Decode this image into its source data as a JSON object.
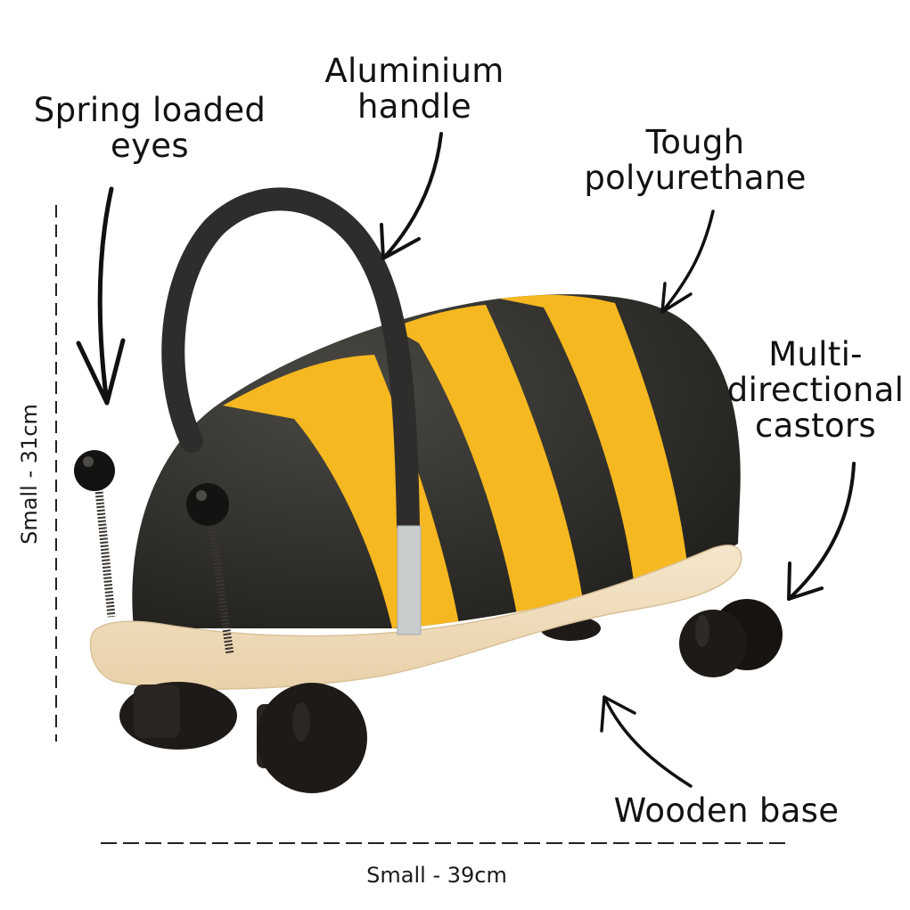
{
  "diagram": {
    "subject": "Bee ride-on toy",
    "callouts": [
      {
        "id": "eyes",
        "lines": [
          "Spring loaded",
          "eyes"
        ]
      },
      {
        "id": "handle",
        "lines": [
          "Aluminium",
          "handle"
        ]
      },
      {
        "id": "shell",
        "lines": [
          "Tough",
          "polyurethane"
        ]
      },
      {
        "id": "castors",
        "lines": [
          "Multi-",
          "directional",
          "castors"
        ]
      },
      {
        "id": "base",
        "lines": [
          "Wooden base"
        ]
      }
    ],
    "dimensions": {
      "height": "Small - 31cm",
      "width": "Small - 39cm"
    },
    "colors": {
      "yellow_stripe": "#F6B820",
      "black_shell": "#2B2A26",
      "handle": "#2E2D2B",
      "aluminium": "#C9CCCD",
      "wood": "#F1DEC0",
      "wheel": "#1E1A17",
      "ink": "#111111"
    }
  }
}
